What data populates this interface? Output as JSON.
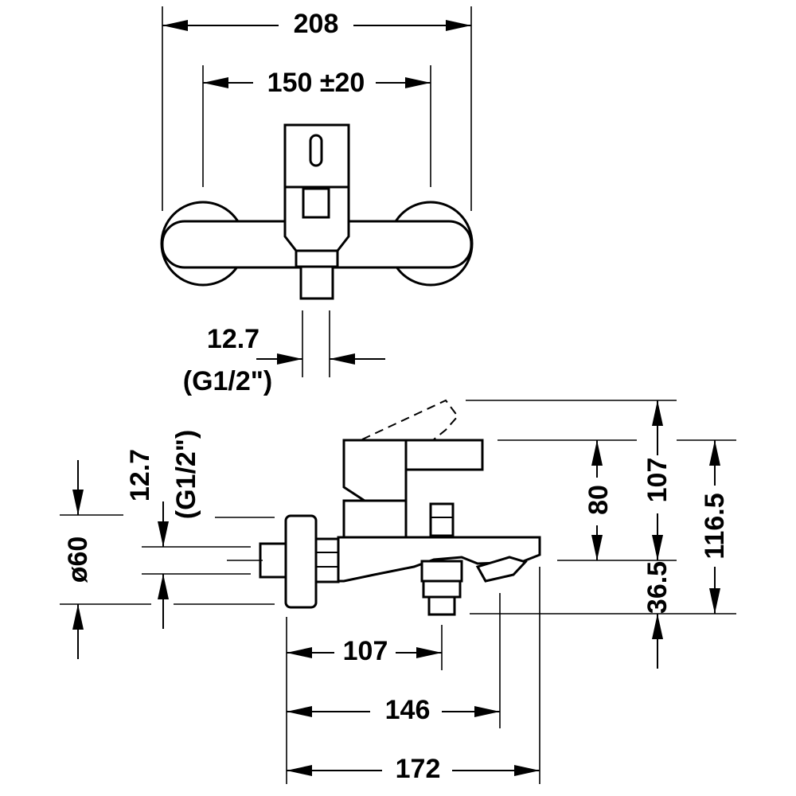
{
  "dimensions": {
    "top_total_width": "208",
    "top_center_distance": "150 ±20",
    "top_outlet_size": "12.7",
    "top_outlet_thread": "(G1/2\")",
    "side_connection_size": "12.7",
    "side_connection_thread": "(G1/2\")",
    "side_rosette_diameter": "ø60",
    "lever_height": "80",
    "lever_raised_height": "107",
    "overall_height": "116.5",
    "outlet_drop": "36.5",
    "spout_outlet_projection": "107",
    "diverter_projection": "146",
    "overall_projection": "172"
  }
}
